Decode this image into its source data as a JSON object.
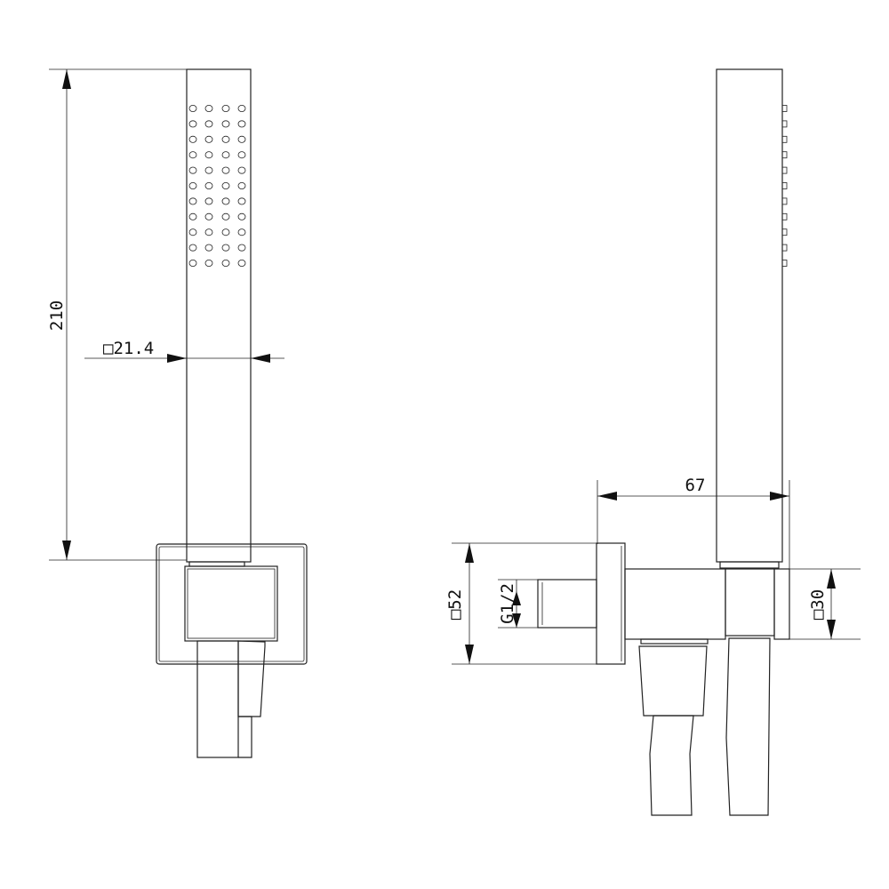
{
  "dimensions": {
    "handle_length": "210",
    "handle_section": "□21.4",
    "projection": "67",
    "wall_plate": "□52",
    "thread": "G1/2",
    "outlet_body": "□30"
  },
  "colors": {
    "line": "#222222",
    "background": "#ffffff"
  }
}
